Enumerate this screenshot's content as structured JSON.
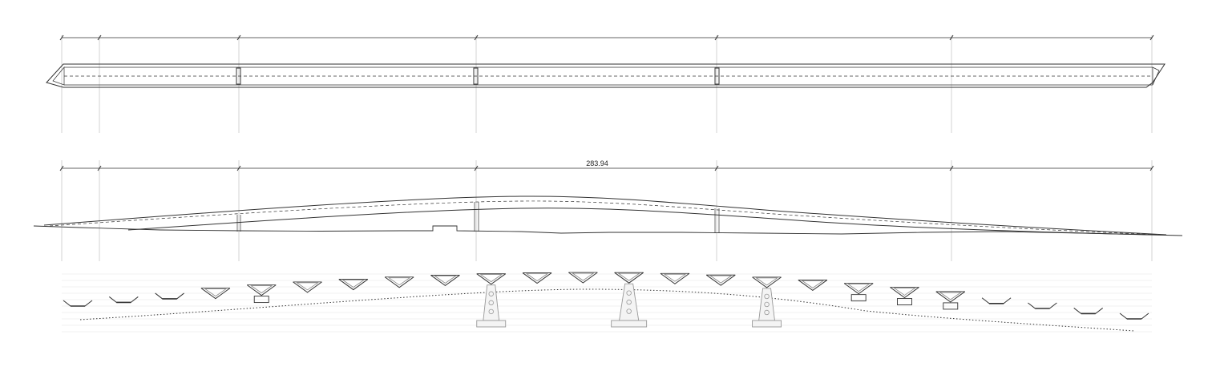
{
  "drawing": {
    "elevation_length_label": "283.94",
    "colors": {
      "line": "#333333",
      "light_line": "#aaaaaa",
      "grid": "#c8c8c8",
      "hatch": "#e2e2e2",
      "pier_fill": "#f4f4f4"
    },
    "views": [
      "plan-view",
      "elevation-view",
      "cross-section-sequence"
    ],
    "cross_section_count": 24,
    "pier_count": 3
  }
}
